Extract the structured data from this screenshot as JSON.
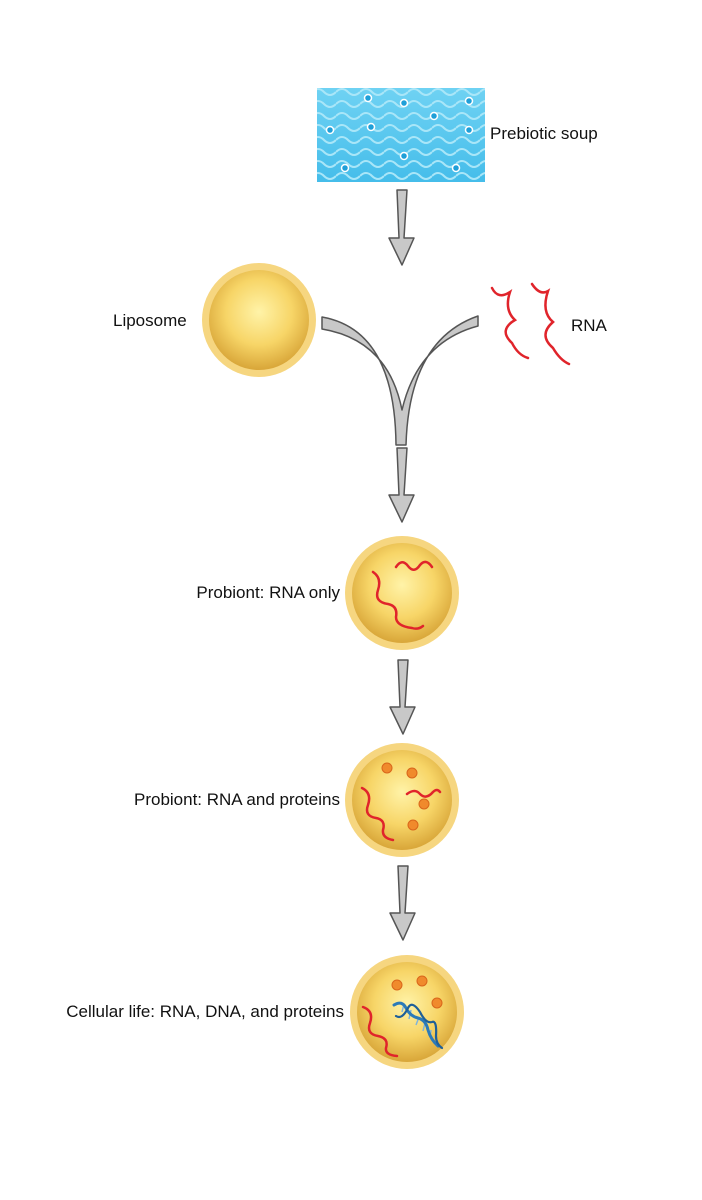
{
  "labels": {
    "soup": "Prebiotic soup",
    "liposome": "Liposome",
    "rna": "RNA",
    "probiont_rna": "Probiont: RNA only",
    "probiont_rna_proteins": "Probiont: RNA and proteins",
    "cellular_life": "Cellular life: RNA, DNA, and proteins"
  },
  "colors": {
    "water": "#52c6ef",
    "water_light": "#8fdcf6",
    "membrane": "#f6d680",
    "interior": "#f3c44a",
    "rna": "#e0242b",
    "protein": "#f08a2c",
    "dna": "#2c7ab8",
    "arrow_fill": "#c8c8c8",
    "arrow_stroke": "#555555"
  },
  "icons": [
    "prebiotic-soup",
    "liposome",
    "rna-strands",
    "probiont-rna",
    "probiont-rna-proteins",
    "cellular-life",
    "down-arrow",
    "merge-arrow"
  ]
}
